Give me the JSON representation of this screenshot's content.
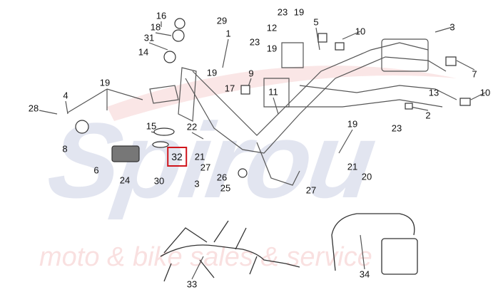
{
  "watermark": {
    "brand": "Spirou",
    "tagline": "moto & bike sales & service"
  },
  "colors": {
    "highlight": "#d0141b",
    "brand": "#2c3d8f",
    "swoosh": "#e05a5a"
  },
  "highlighted_part": "32",
  "labels": [
    "16",
    "29",
    "23",
    "19",
    "5",
    "18",
    "1",
    "12",
    "10",
    "3",
    "31",
    "23",
    "19",
    "14",
    "19",
    "9",
    "7",
    "19",
    "17",
    "11",
    "13",
    "10",
    "4",
    "28",
    "2",
    "15",
    "22",
    "19",
    "23",
    "8",
    "32",
    "21",
    "6",
    "27",
    "21",
    "24",
    "30",
    "3",
    "26",
    "20",
    "25",
    "27",
    "33",
    "34"
  ]
}
